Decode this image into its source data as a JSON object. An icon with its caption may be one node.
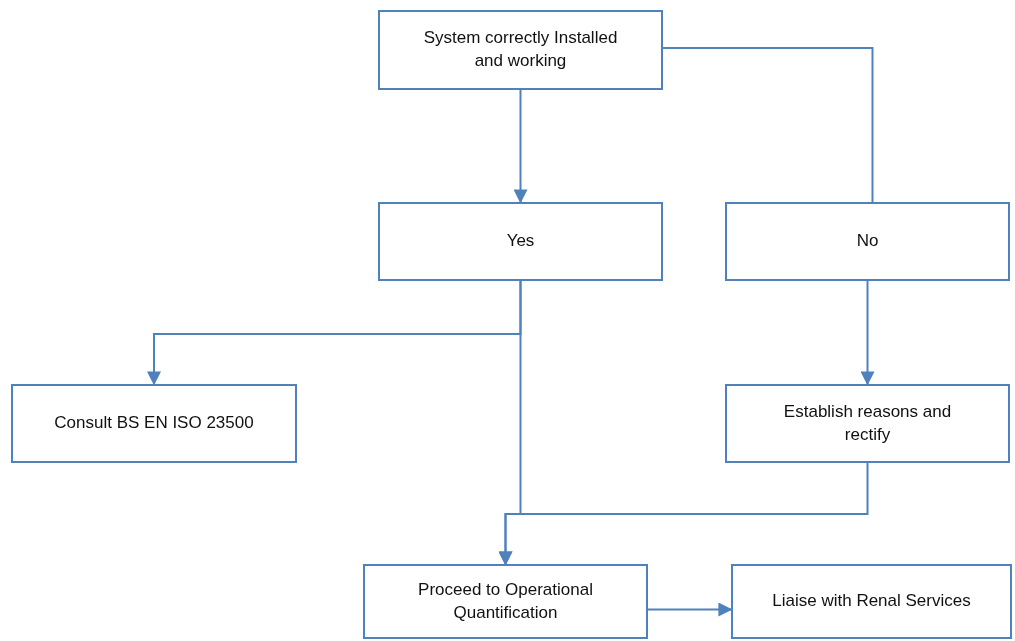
{
  "diagram": {
    "nodes": [
      {
        "text": [
          "System correctly Installed and working"
        ]
      },
      {
        "text": [
          "Yes"
        ]
      },
      {
        "text": [
          "No"
        ]
      },
      {
        "text": [
          "Consult BS EN ISO 23500"
        ]
      },
      {
        "text": [
          "Establish reasons and rectify"
        ]
      },
      {
        "text": [
          "Proceed to Operational Quantification"
        ]
      },
      {
        "text": [
          "Liaise with Renal Services"
        ]
      }
    ],
    "edges": [
      {
        "from": 0,
        "to": 1,
        "arrow": "to"
      },
      {
        "from": 0,
        "to": 2,
        "arrow": "none"
      },
      {
        "from": 2,
        "to": 4,
        "arrow": "to"
      },
      {
        "from": 1,
        "to": 3,
        "arrow": "to"
      },
      {
        "from": 1,
        "to": 5,
        "arrow": "to"
      },
      {
        "from": 4,
        "to": 5,
        "arrow": "to"
      },
      {
        "from": 5,
        "to": 6,
        "arrow": "to"
      }
    ]
  }
}
